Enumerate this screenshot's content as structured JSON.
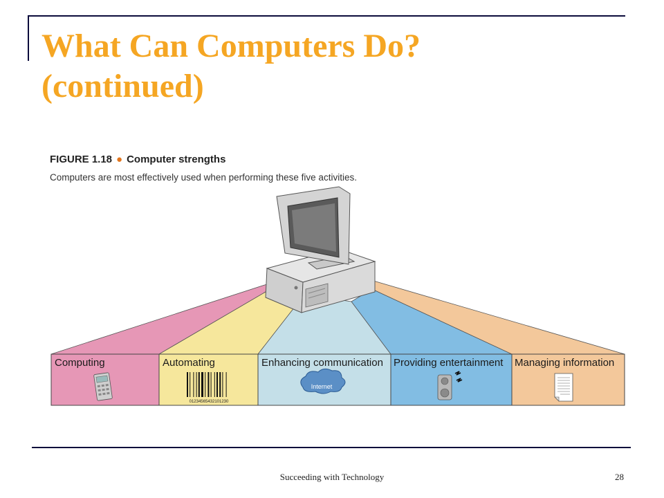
{
  "slide": {
    "title_line1": "What Can Computers Do?",
    "title_line2": "(continued)",
    "footer_text": "Succeeding with Technology",
    "page_number": "28"
  },
  "figure": {
    "number": "FIGURE 1.18",
    "caption_title": "Computer strengths",
    "caption_sub": "Computers are most effectively used when performing these five activities.",
    "activities": [
      {
        "label": "Computing",
        "color": "#e697b6",
        "icon": "calculator-icon"
      },
      {
        "label": "Automating",
        "color": "#f6e79c",
        "icon": "barcode-icon",
        "icon_text": "01234565432101230"
      },
      {
        "label": "Enhancing communication",
        "color": "#c4dfe8",
        "icon": "internet-cloud-icon",
        "icon_text": "Internet"
      },
      {
        "label": "Providing entertainment",
        "color": "#82bde3",
        "icon": "speaker-icon"
      },
      {
        "label": "Managing information",
        "color": "#f3c89b",
        "icon": "document-icon"
      }
    ]
  }
}
